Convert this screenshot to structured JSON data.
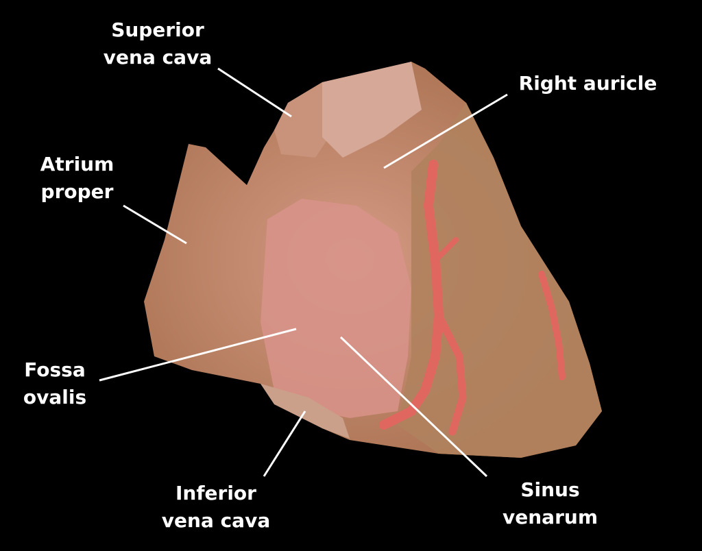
{
  "labels": {
    "superior_vena_cava": [
      "Superior",
      "vena cava"
    ],
    "right_auricle": [
      "Right auricle"
    ],
    "atrium_proper": [
      "Atrium",
      "proper"
    ],
    "fossa_ovalis": [
      "Fossa",
      "ovalis"
    ],
    "inferior_vena_cava": [
      "Inferior",
      "vena cava"
    ],
    "sinus_venarum": [
      "Sinus",
      "venarum"
    ]
  },
  "colors": {
    "background": "#000000",
    "tissue": "#b98261",
    "tissue_pink": "#d9988a",
    "vessel": "#e0675f",
    "label": "#ffffff"
  }
}
